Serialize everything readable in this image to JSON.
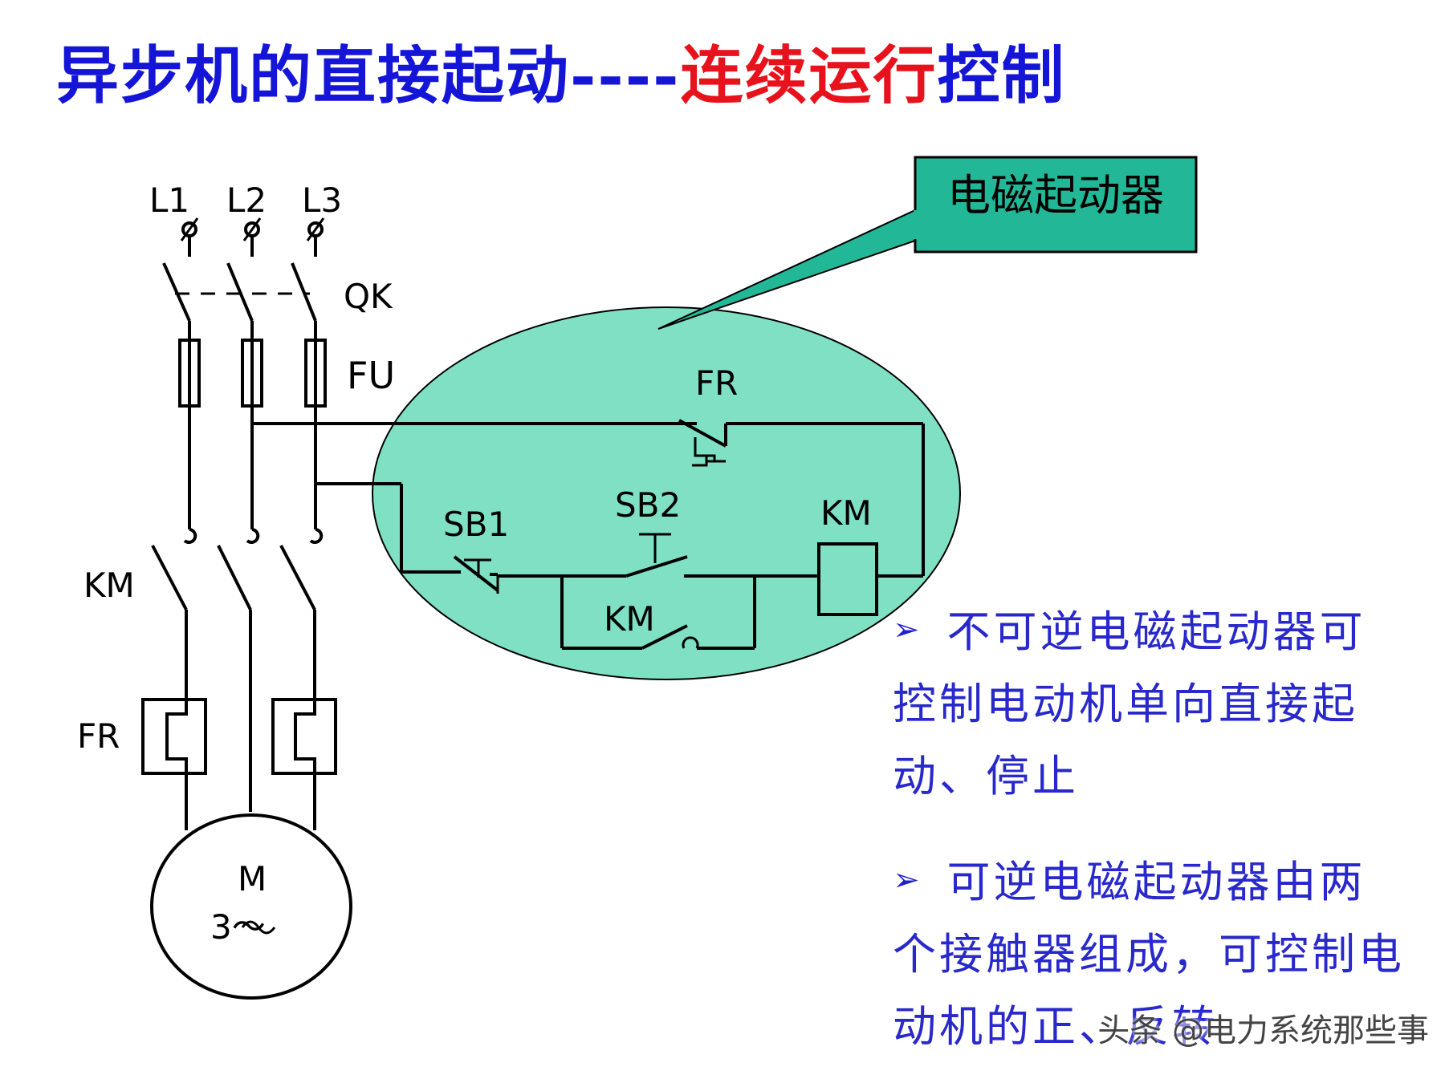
{
  "title": {
    "part1": "异步机的直接起动----",
    "part2": "连续运行",
    "part3": "控制"
  },
  "callout": "电磁起动器",
  "labels": {
    "l1": "L1",
    "l2": "L2",
    "l3": "L3",
    "qk": "QK",
    "fu": "FU",
    "km_main": "KM",
    "fr_main": "FR",
    "motor_m": "M",
    "motor_3": "3～",
    "fr_ctrl": "FR",
    "sb1": "SB1",
    "sb2": "SB2",
    "km_coil": "KM",
    "km_aux": "KM"
  },
  "bullets": [
    "不可逆电磁起动器可控制电动机单向直接起动、停止",
    "可逆电磁起动器由两个接触器组成，可控制电动机的正、反转"
  ],
  "bullet_marker": "➢",
  "watermark": "头条 @电力系统那些事",
  "colors": {
    "title_blue": "#1515d8",
    "title_red": "#e8121c",
    "ellipse_fill": "#7fe0c4",
    "callout_fill": "#22b897",
    "bullet_text": "#2828cc"
  }
}
